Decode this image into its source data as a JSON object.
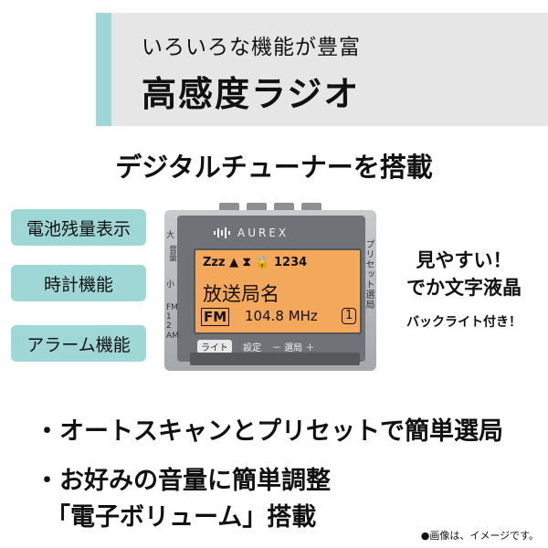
{
  "header": {
    "subtitle": "いろいろな機能が豊富",
    "title": "高感度ラジオ",
    "accent_color": "#9fd7d7",
    "background_color": "#e6e6e6"
  },
  "tuner_heading": "デジタルチューナーを搭載",
  "features": {
    "battery": "電池残量表示",
    "clock": "時計機能",
    "alarm": "アラーム機能"
  },
  "radio": {
    "brand": "AUREX",
    "lcd": {
      "icons": "Zzz ▲ ⧗ 🔒 1234",
      "station": "放送局名",
      "band": "FM",
      "frequency": "104.8 MHz",
      "preset": "1"
    },
    "left_labels": {
      "volume_top": "大",
      "volume": "音量",
      "volume_bottom": "小",
      "band": "FM",
      "band1": "1",
      "band2": "2",
      "am": "AM"
    },
    "right_label": "プリセット選局",
    "buttons": {
      "light": "ライト",
      "settings": "設定",
      "tuning": "－ 選局 ＋"
    }
  },
  "visibility": {
    "line1": "見やすい！",
    "line2": "でか文字液晶",
    "backlight": "バックライト付き！"
  },
  "bullets": {
    "b1": "・オートスキャンとプリセットで簡単選局",
    "b2": "・お好みの音量に簡単調整",
    "b2b": "「電子ボリューム」搭載"
  },
  "footnote": "●画像は、イメージです。"
}
